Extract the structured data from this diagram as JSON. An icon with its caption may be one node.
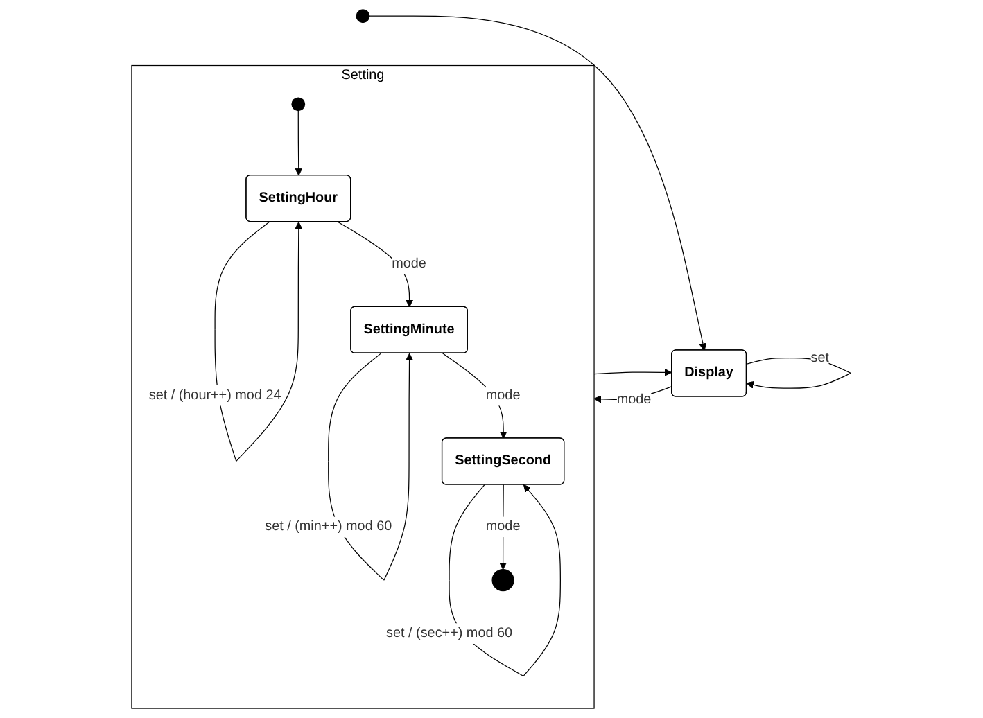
{
  "diagram": {
    "nodes": [
      {
        "text": [],
        "shape": "circle"
      },
      {
        "text": [
          "Display"
        ]
      },
      {
        "text": [
          "Setting"
        ]
      },
      {
        "text": [],
        "shape": "circle",
        "in": 2
      },
      {
        "text": [
          "SettingHour"
        ],
        "in": 2
      },
      {
        "text": [
          "SettingMinute"
        ],
        "in": 2
      },
      {
        "text": [
          "SettingSecond"
        ],
        "in": 2
      },
      {
        "text": [],
        "shape": "bullseye",
        "in": 2
      }
    ],
    "edges": [
      {
        "from": 0,
        "to": 1,
        "arrow": "to"
      },
      {
        "from": 1,
        "to": 1,
        "arrow": "to",
        "label": "set"
      },
      {
        "from": 1,
        "to": 2,
        "arrow": "to",
        "label": "mode"
      },
      {
        "from": 3,
        "to": 4,
        "arrow": "to"
      },
      {
        "from": 4,
        "to": 4,
        "arrow": "to",
        "label": "set / (hour++) mod 24"
      },
      {
        "from": 4,
        "to": 5,
        "arrow": "to",
        "label": "mode"
      },
      {
        "from": 5,
        "to": 5,
        "arrow": "to",
        "label": "set / (min++) mod 60"
      },
      {
        "from": 5,
        "to": 6,
        "arrow": "to",
        "label": "mode"
      },
      {
        "from": 6,
        "to": 6,
        "arrow": "to",
        "label": "set / (sec++) mod 60"
      },
      {
        "from": 6,
        "to": 7,
        "arrow": "to",
        "label": "mode"
      },
      {
        "from": 2,
        "to": 1,
        "arrow": "to"
      }
    ]
  }
}
